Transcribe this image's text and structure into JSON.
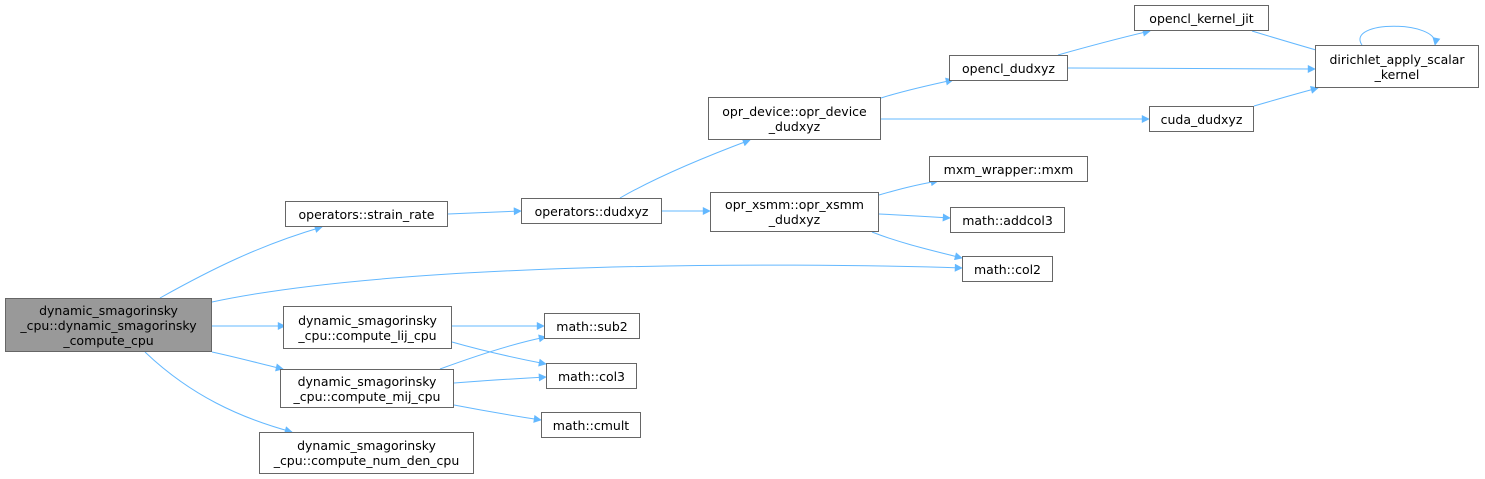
{
  "colors": {
    "edge": "#63b8ff",
    "node_border": "#666666",
    "node_fill": "#ffffff",
    "root_fill": "#999999"
  },
  "nodes": [
    {
      "id": "root",
      "lines": [
        "dynamic_smagorinsky",
        "_cpu::dynamic_smagorinsky",
        "_compute_cpu"
      ],
      "root": true
    },
    {
      "id": "strain_rate",
      "lines": [
        "operators::strain_rate"
      ]
    },
    {
      "id": "dudxyz",
      "lines": [
        "operators::dudxyz"
      ]
    },
    {
      "id": "opr_device",
      "lines": [
        "opr_device::opr_device",
        "_dudxyz"
      ]
    },
    {
      "id": "opr_xsmm",
      "lines": [
        "opr_xsmm::opr_xsmm",
        "_dudxyz"
      ]
    },
    {
      "id": "opencl_dudxyz",
      "lines": [
        "opencl_dudxyz"
      ]
    },
    {
      "id": "cuda_dudxyz",
      "lines": [
        "cuda_dudxyz"
      ]
    },
    {
      "id": "opencl_kernel_jit",
      "lines": [
        "opencl_kernel_jit"
      ]
    },
    {
      "id": "dirichlet",
      "lines": [
        "dirichlet_apply_scalar",
        "_kernel"
      ]
    },
    {
      "id": "mxm",
      "lines": [
        "mxm_wrapper::mxm"
      ]
    },
    {
      "id": "addcol3",
      "lines": [
        "math::addcol3"
      ]
    },
    {
      "id": "col2",
      "lines": [
        "math::col2"
      ]
    },
    {
      "id": "lij",
      "lines": [
        "dynamic_smagorinsky",
        "_cpu::compute_lij_cpu"
      ]
    },
    {
      "id": "mij",
      "lines": [
        "dynamic_smagorinsky",
        "_cpu::compute_mij_cpu"
      ]
    },
    {
      "id": "numden",
      "lines": [
        "dynamic_smagorinsky",
        "_cpu::compute_num_den_cpu"
      ]
    },
    {
      "id": "sub2",
      "lines": [
        "math::sub2"
      ]
    },
    {
      "id": "col3",
      "lines": [
        "math::col3"
      ]
    },
    {
      "id": "cmult",
      "lines": [
        "math::cmult"
      ]
    }
  ],
  "edges": [
    [
      "root",
      "strain_rate"
    ],
    [
      "root",
      "col2"
    ],
    [
      "root",
      "lij"
    ],
    [
      "root",
      "mij"
    ],
    [
      "root",
      "numden"
    ],
    [
      "strain_rate",
      "dudxyz"
    ],
    [
      "dudxyz",
      "opr_device"
    ],
    [
      "dudxyz",
      "opr_xsmm"
    ],
    [
      "opr_device",
      "opencl_dudxyz"
    ],
    [
      "opr_device",
      "cuda_dudxyz"
    ],
    [
      "opencl_dudxyz",
      "opencl_kernel_jit"
    ],
    [
      "opencl_dudxyz",
      "dirichlet"
    ],
    [
      "opencl_kernel_jit",
      "dirichlet"
    ],
    [
      "cuda_dudxyz",
      "dirichlet"
    ],
    [
      "dirichlet",
      "dirichlet"
    ],
    [
      "opr_xsmm",
      "mxm"
    ],
    [
      "opr_xsmm",
      "addcol3"
    ],
    [
      "opr_xsmm",
      "col2"
    ],
    [
      "lij",
      "sub2"
    ],
    [
      "lij",
      "col3"
    ],
    [
      "mij",
      "sub2"
    ],
    [
      "mij",
      "col3"
    ],
    [
      "mij",
      "cmult"
    ]
  ]
}
